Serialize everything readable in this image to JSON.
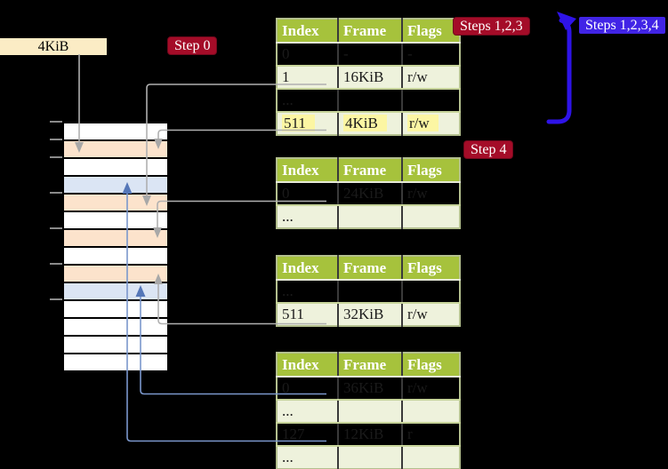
{
  "badges": {
    "size_label": "4KiB",
    "step0": "Step 0",
    "steps123": "Steps 1,2,3",
    "steps1234": "Steps 1,2,3,4",
    "step4": "Step 4"
  },
  "colors": {
    "table_header_green": "#a6c23c",
    "table_row_green": "#eef2dc",
    "highlight_yellow": "#fcf6a3",
    "badge_red": "#a40c28",
    "badge_blue": "#4124e6",
    "label_cream": "#fbecc5",
    "memory_orange": "#fce3cc",
    "memory_blue": "#dbe5f4",
    "gray_connector": "#b0b0b0",
    "steel_blue_connector": "#7b97cc",
    "thick_arrow_blue": "#2e13e8"
  },
  "memory_rows": [
    "white",
    "orange",
    "white",
    "blue",
    "orange",
    "white",
    "orange",
    "white",
    "orange",
    "blue",
    "white",
    "white",
    "white",
    "white"
  ],
  "tables": [
    {
      "name": "page-table-1",
      "headers": [
        "Index",
        "Frame",
        "Flags"
      ],
      "rows": [
        {
          "cells": [
            "0",
            "-",
            "-"
          ],
          "shaded": false,
          "highlighted": false
        },
        {
          "cells": [
            "1",
            "16KiB",
            "r/w"
          ],
          "shaded": true,
          "highlighted": false
        },
        {
          "cells": [
            "...",
            "",
            ""
          ],
          "shaded": false,
          "highlighted": false
        },
        {
          "cells": [
            "511",
            "4KiB",
            "r/w"
          ],
          "shaded": true,
          "highlighted": true
        }
      ]
    },
    {
      "name": "page-table-2",
      "headers": [
        "Index",
        "Frame",
        "Flags"
      ],
      "rows": [
        {
          "cells": [
            "0",
            "24KiB",
            "r/w"
          ],
          "shaded": false,
          "highlighted": false
        },
        {
          "cells": [
            "...",
            "",
            ""
          ],
          "shaded": true,
          "highlighted": false
        }
      ]
    },
    {
      "name": "page-table-3",
      "headers": [
        "Index",
        "Frame",
        "Flags"
      ],
      "rows": [
        {
          "cells": [
            "...",
            "",
            ""
          ],
          "shaded": false,
          "highlighted": false
        },
        {
          "cells": [
            "511",
            "32KiB",
            "r/w"
          ],
          "shaded": true,
          "highlighted": false
        }
      ]
    },
    {
      "name": "page-table-4",
      "headers": [
        "Index",
        "Frame",
        "Flags"
      ],
      "rows": [
        {
          "cells": [
            "0",
            "36KiB",
            "r/w"
          ],
          "shaded": false,
          "highlighted": false
        },
        {
          "cells": [
            "...",
            "",
            ""
          ],
          "shaded": true,
          "highlighted": false
        },
        {
          "cells": [
            "127",
            "12KiB",
            "r"
          ],
          "shaded": false,
          "highlighted": false
        },
        {
          "cells": [
            "...",
            "",
            ""
          ],
          "shaded": true,
          "highlighted": false
        }
      ]
    }
  ]
}
